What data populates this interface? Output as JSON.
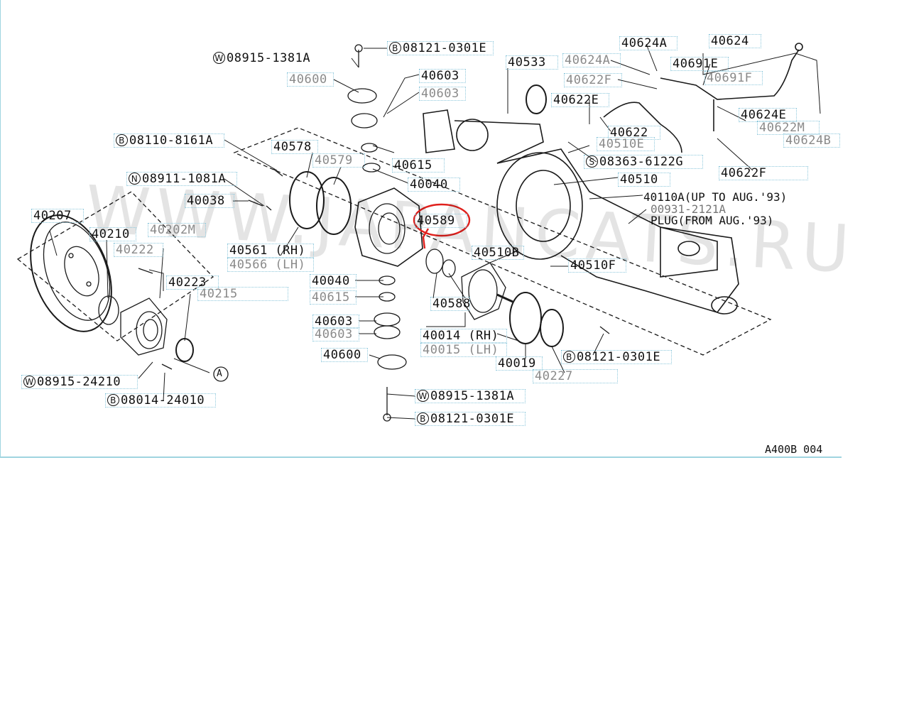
{
  "watermark": "WWW.JAPANCATS.RU",
  "diagram_code": "A400B 004",
  "highlight": {
    "part": "40589",
    "color": "#e0201c"
  },
  "notes": {
    "up_to": "40110A(UP TO AUG.'93)",
    "plug_code": "00931-2121A",
    "plug_from": "PLUG(FROM AUG.'93)"
  },
  "labels": {
    "l_08915_1381A_top": {
      "badge": "W",
      "text": "08915-1381A"
    },
    "l_08121_0301E_top": {
      "badge": "B",
      "text": "08121-0301E"
    },
    "l_40600_top": {
      "text": "40600"
    },
    "l_40603_a": {
      "text": "40603"
    },
    "l_40603_b": {
      "text": "40603"
    },
    "l_40533": {
      "text": "40533"
    },
    "l_40624A_a": {
      "text": "40624A"
    },
    "l_40624A_b": {
      "text": "40624A"
    },
    "l_40624": {
      "text": "40624"
    },
    "l_40691E": {
      "text": "40691E"
    },
    "l_40691F": {
      "text": "40691F"
    },
    "l_40622F_top": {
      "text": "40622F"
    },
    "l_40622E": {
      "text": "40622E"
    },
    "l_40624E": {
      "text": "40624E"
    },
    "l_40622M": {
      "text": "40622M"
    },
    "l_40624B": {
      "text": "40624B"
    },
    "l_40622": {
      "text": "40622"
    },
    "l_40510E": {
      "text": "40510E"
    },
    "l_08363": {
      "badge": "S",
      "text": "08363-6122G"
    },
    "l_40622F_bot": {
      "text": "40622F"
    },
    "l_40510": {
      "text": "40510"
    },
    "l_08110": {
      "badge": "B",
      "text": "08110-8161A"
    },
    "l_40578": {
      "text": "40578"
    },
    "l_40579": {
      "text": "40579"
    },
    "l_40615_top": {
      "text": "40615"
    },
    "l_40040_top": {
      "text": "40040"
    },
    "l_08911": {
      "badge": "N",
      "text": "08911-1081A"
    },
    "l_40038": {
      "text": "40038"
    },
    "l_40589": {
      "text": "40589"
    },
    "l_40207": {
      "text": "40207"
    },
    "l_40210": {
      "text": "40210"
    },
    "l_40202M": {
      "text": "40202M"
    },
    "l_40222": {
      "text": "40222"
    },
    "l_40561": {
      "text": "40561 (RH)"
    },
    "l_40566": {
      "text": "40566 (LH)"
    },
    "l_40510B": {
      "text": "40510B"
    },
    "l_40510F": {
      "text": "40510F"
    },
    "l_40223": {
      "text": "40223"
    },
    "l_40215": {
      "text": "40215"
    },
    "l_40040_bot": {
      "text": "40040"
    },
    "l_40615_bot": {
      "text": "40615"
    },
    "l_40588": {
      "text": "40588"
    },
    "l_40603_c": {
      "text": "40603"
    },
    "l_40603_d": {
      "text": "40603"
    },
    "l_40014": {
      "text": "40014 (RH)"
    },
    "l_40015": {
      "text": "40015 (LH)"
    },
    "l_40600_bot": {
      "text": "40600"
    },
    "l_08121_0301E_mid": {
      "badge": "B",
      "text": "08121-0301E"
    },
    "l_40019": {
      "text": "40019"
    },
    "l_40227": {
      "text": "40227"
    },
    "l_08915_24210": {
      "badge": "W",
      "text": "08915-24210"
    },
    "l_08014": {
      "badge": "B",
      "text": "08014-24010"
    },
    "l_08915_1381A_bot": {
      "badge": "W",
      "text": "08915-1381A"
    },
    "l_08121_0301E_bot": {
      "badge": "B",
      "text": "08121-0301E"
    },
    "l_ref_A": {
      "text": "A"
    }
  },
  "labels_order_note": "",
  "colors": {
    "frame": "#9fd4e0",
    "line": "#1a1a1a",
    "box": "#8ec8dc"
  }
}
